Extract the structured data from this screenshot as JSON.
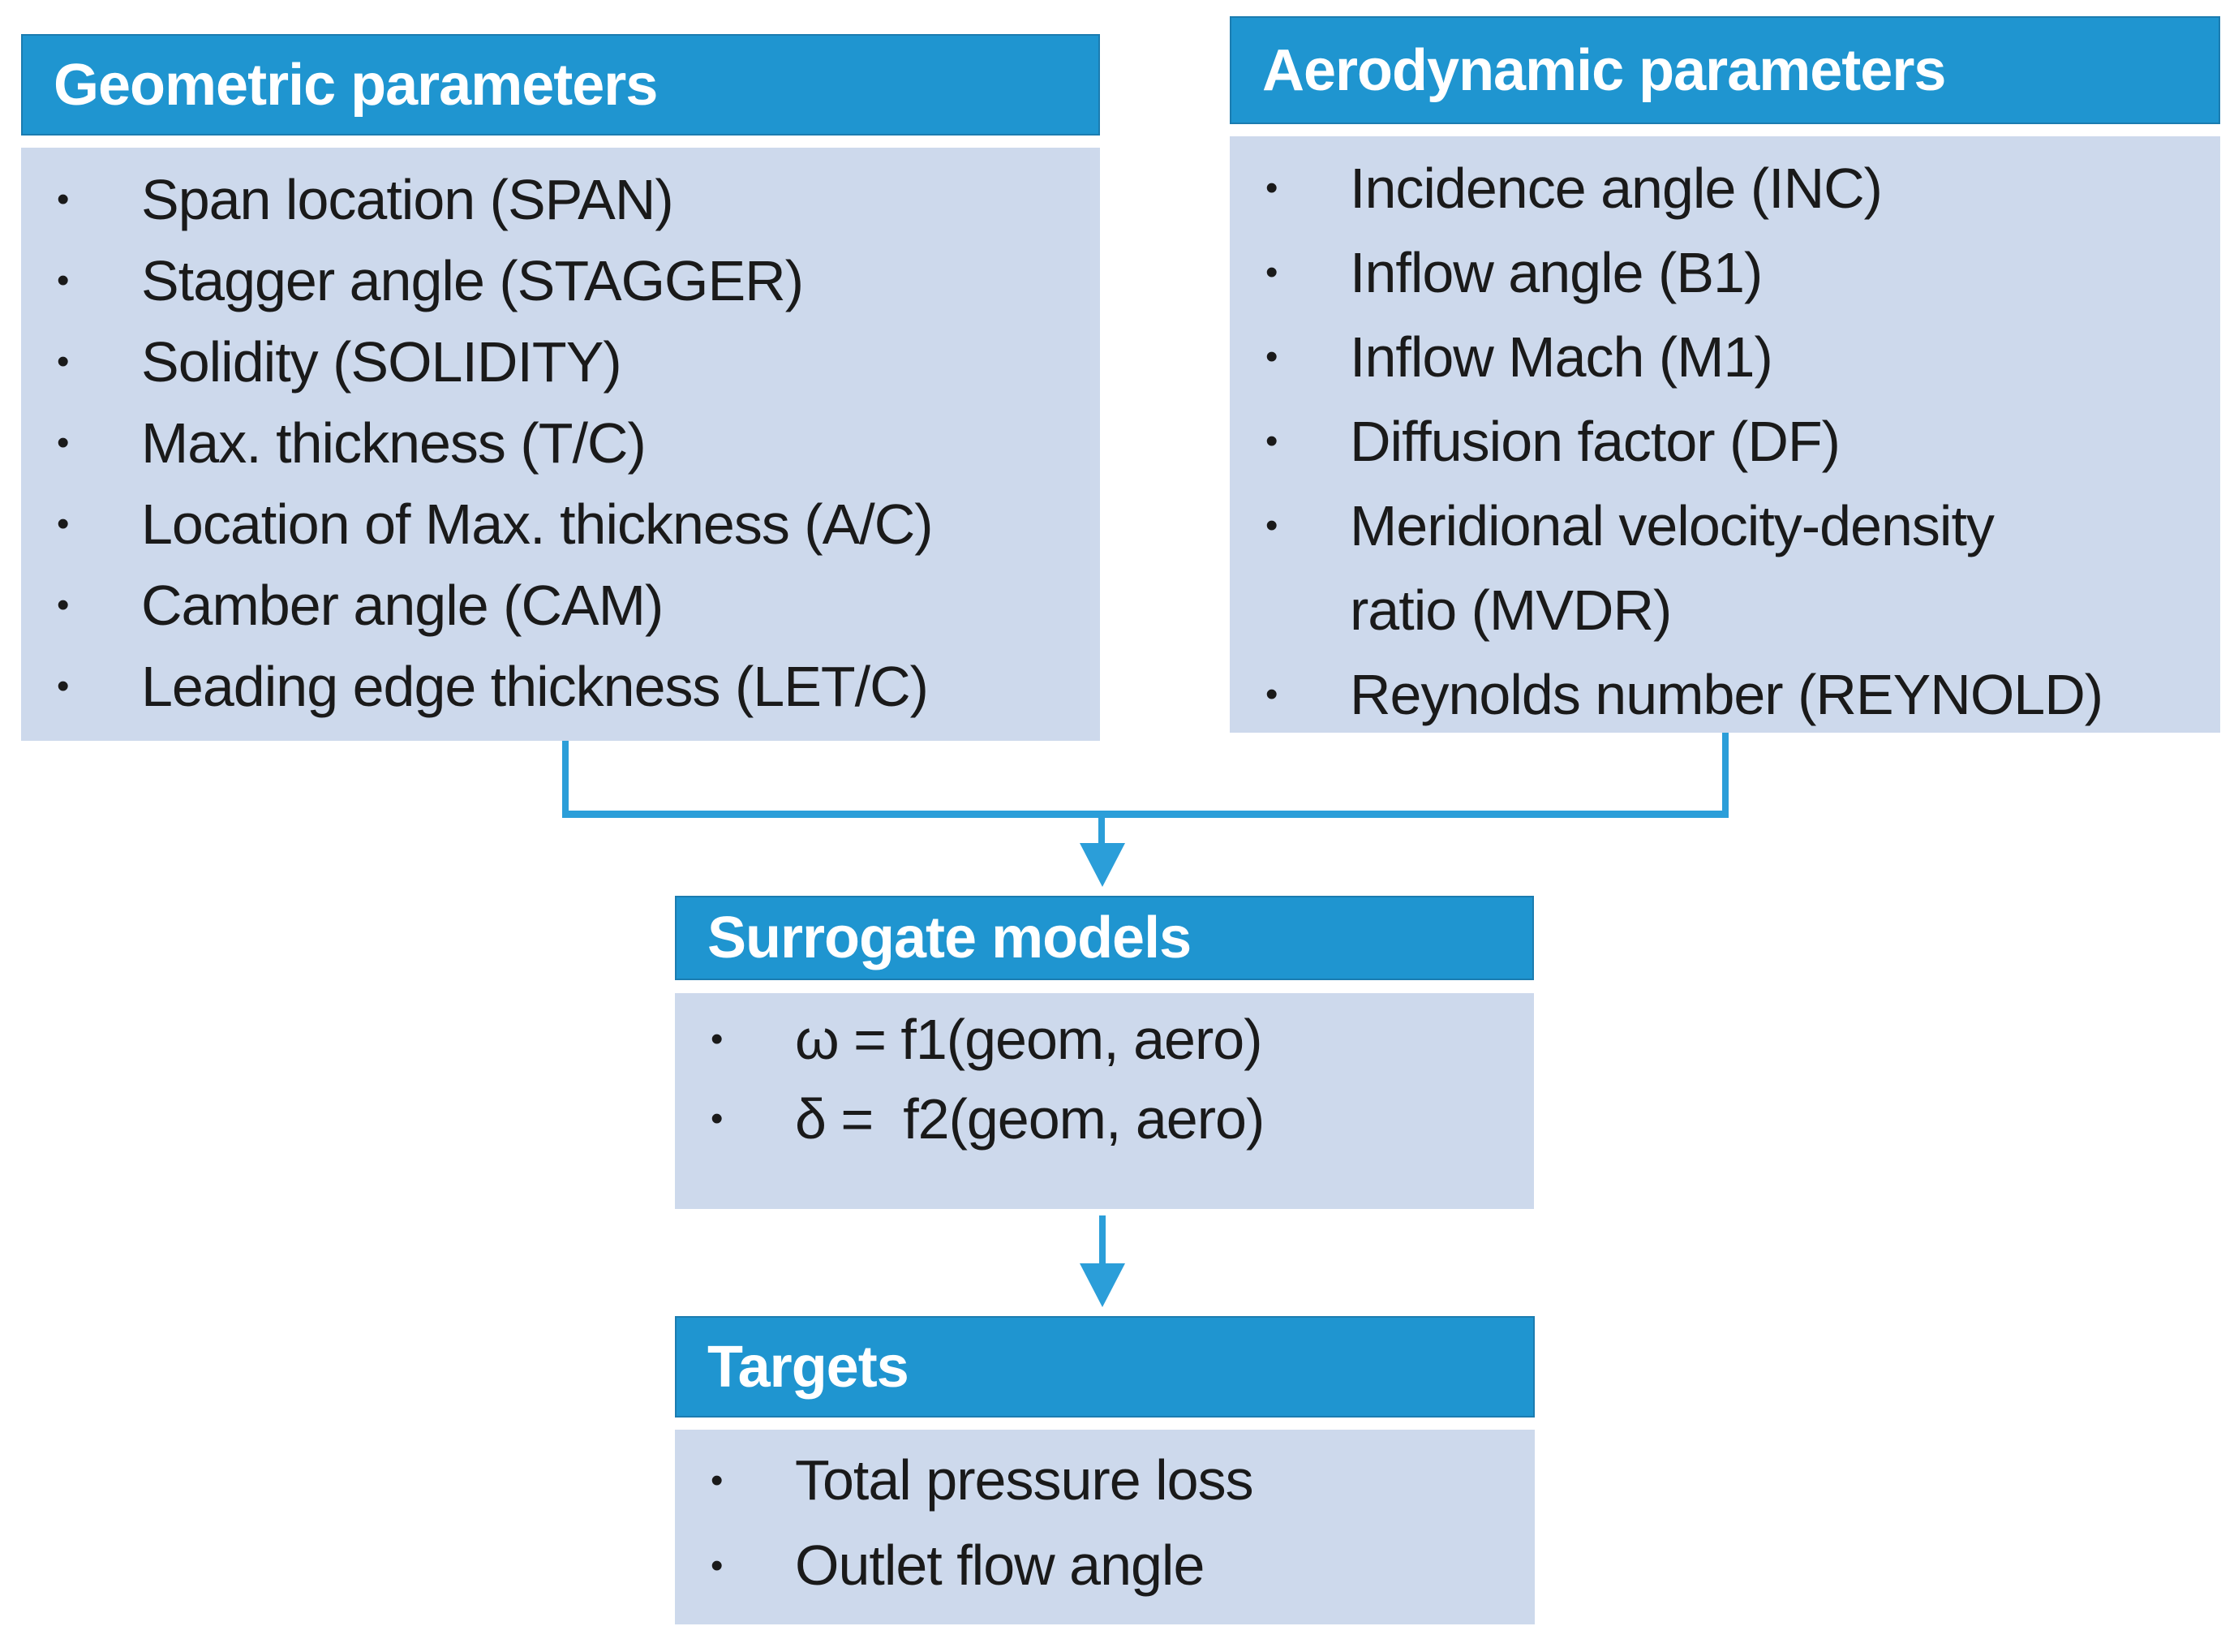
{
  "colors": {
    "header_bg": "#1f95d0",
    "header_border": "#1b7cb0",
    "header_text": "#ffffff",
    "body_bg": "#cdd9ec",
    "text": "#1a1a1a",
    "connector": "#2b9ed9",
    "background": "#ffffff"
  },
  "boxes": {
    "geometric": {
      "title": "Geometric parameters",
      "items": [
        "Span location (SPAN)",
        "Stagger angle (STAGGER)",
        "Solidity (SOLIDITY)",
        "Max. thickness (T/C)",
        "Location of Max. thickness (A/C)",
        "Camber angle (CAM)",
        "Leading edge thickness (LET/C)"
      ]
    },
    "aerodynamic": {
      "title": "Aerodynamic parameters",
      "items": [
        "Incidence angle (INC)",
        "Inflow angle (B1)",
        "Inflow Mach (M1)",
        "Diffusion factor (DF)",
        "Meridional velocity-density ratio (MVDR)",
        "Reynolds number (REYNOLD)"
      ]
    },
    "surrogate": {
      "title": "Surrogate models",
      "items": [
        "ω = f1(geom, aero)",
        "δ =  f2(geom, aero)"
      ]
    },
    "targets": {
      "title": "Targets",
      "items": [
        "Total pressure loss",
        "Outlet flow angle"
      ]
    }
  }
}
